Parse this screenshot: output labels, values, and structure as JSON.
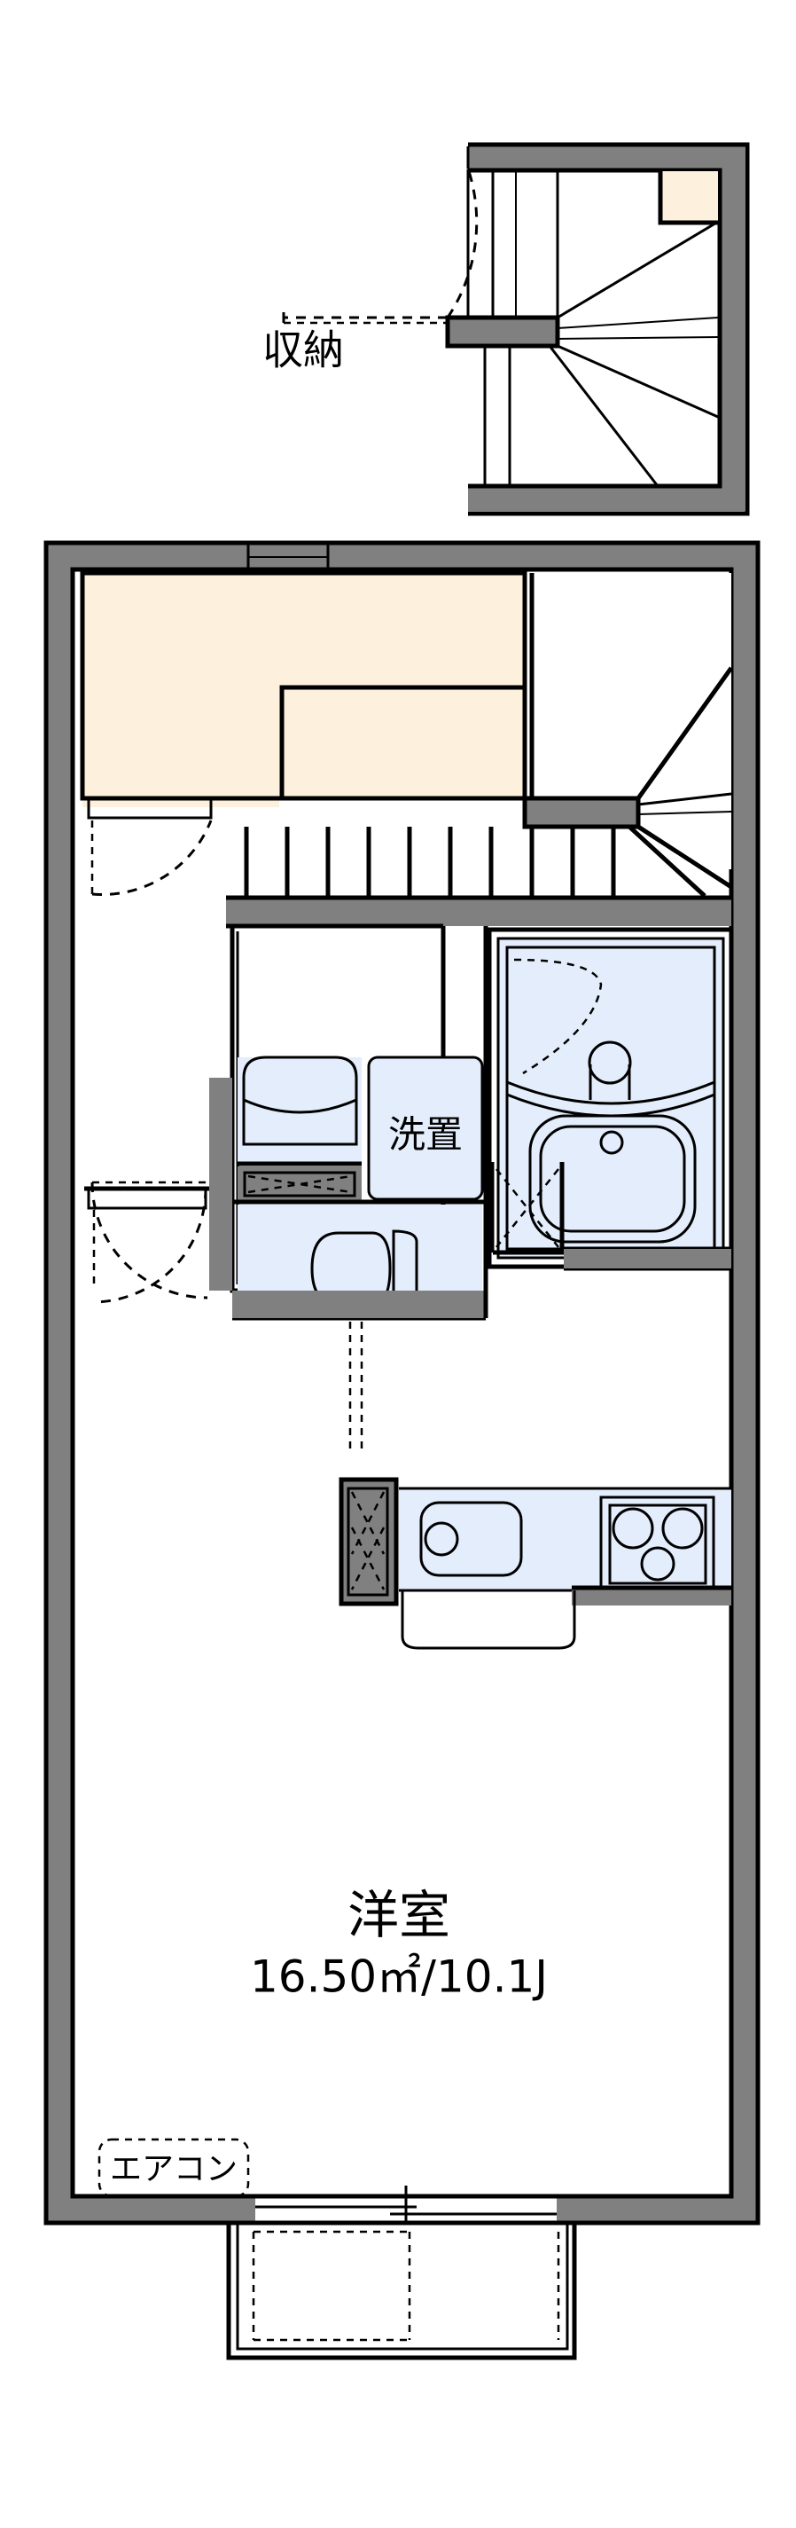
{
  "document": {
    "type": "floor-plan",
    "title": "間取り図",
    "background_color": "#ffffff",
    "wall_color": "#808080",
    "wall_outline_color": "#000000",
    "closet_fill_color": "#FDF0DC",
    "fixture_fill_color": "#E4EDFB"
  },
  "labels": {
    "closet": "収納",
    "washer": "洗置",
    "main_room": "洋室",
    "main_room_area": "16.50㎡/10.1J",
    "aircon": "エアコン"
  },
  "rooms": [
    {
      "id": "entrance-stair-upper",
      "name": "共用階段 / 玄関",
      "label": "",
      "notes": "upper detached stair block with entry door swing and small cream storage nook"
    },
    {
      "id": "closet",
      "name": "収納",
      "label": "収納",
      "fill": "#FDF0DC"
    },
    {
      "id": "stairs-main",
      "name": "階段",
      "label": ""
    },
    {
      "id": "washroom",
      "name": "洗面脱衣室",
      "label": "洗置"
    },
    {
      "id": "toilet",
      "name": "トイレ",
      "label": ""
    },
    {
      "id": "bath",
      "name": "浴室",
      "label": ""
    },
    {
      "id": "kitchen",
      "name": "キッチン",
      "label": ""
    },
    {
      "id": "main-room",
      "name": "洋室",
      "label": "洋室",
      "area_text": "16.50㎡/10.1J"
    },
    {
      "id": "balcony",
      "name": "バルコニー",
      "label": ""
    }
  ],
  "fixtures": [
    {
      "id": "vanity",
      "name": "洗面化粧台",
      "icon": "vanity-icon"
    },
    {
      "id": "washer",
      "name": "洗濯機置場",
      "icon": "washer-icon",
      "label": "洗置"
    },
    {
      "id": "toilet",
      "name": "洋式便器",
      "icon": "toilet-icon"
    },
    {
      "id": "bathtub",
      "name": "浴槽",
      "icon": "bathtub-icon"
    },
    {
      "id": "shower",
      "name": "シャワー水栓",
      "icon": "shower-icon"
    },
    {
      "id": "sink",
      "name": "シンク",
      "icon": "kitchen-sink-icon"
    },
    {
      "id": "stove",
      "name": "3口コンロ",
      "icon": "stove-icon"
    },
    {
      "id": "cabinet",
      "name": "収納棚",
      "icon": "cabinet-icon"
    },
    {
      "id": "aircon",
      "name": "エアコン",
      "icon": "aircon-icon",
      "label": "エアコン"
    }
  ],
  "openings": [
    {
      "id": "entry-door-upper",
      "name": "玄関ドア",
      "type": "hinged-door"
    },
    {
      "id": "closet-door",
      "name": "収納扉",
      "type": "hinged-door"
    },
    {
      "id": "room-door",
      "name": "居室ドア",
      "type": "hinged-door"
    },
    {
      "id": "washroom-door",
      "name": "洗面室ドア",
      "type": "hinged-door"
    },
    {
      "id": "bath-door",
      "name": "浴室引戸",
      "type": "sliding-door"
    },
    {
      "id": "vanity-slide",
      "name": "洗面下引戸",
      "type": "sliding-door"
    },
    {
      "id": "cabinet-slide",
      "name": "カップボード",
      "type": "sliding-door"
    },
    {
      "id": "balcony-window",
      "name": "掃出し窓",
      "type": "sliding-window"
    },
    {
      "id": "closet-window",
      "name": "窓",
      "type": "window"
    }
  ]
}
